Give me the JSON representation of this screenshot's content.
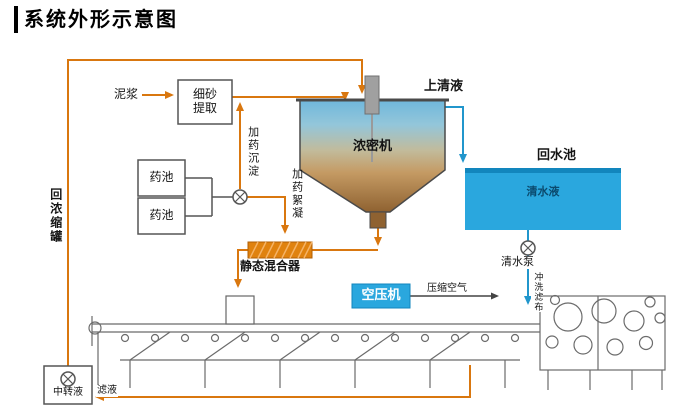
{
  "title": "系统外形示意图",
  "labels": {
    "slurry": "泥浆",
    "sand_extraction": "细砂提取",
    "supernatant": "上清液",
    "thickener": "浓密机",
    "return_pool": "回水池",
    "clear_water": "清水液",
    "clear_water_pump": "清水泵",
    "chemical_tank_1": "药池",
    "chemical_tank_2": "药池",
    "dosing_sedimentation": "加药沉淀",
    "dosing_flocculation": "加药絮凝",
    "static_mixer": "静态混合器",
    "return_thickener": "回浓缩罐",
    "air_compressor": "空压机",
    "compressed_air": "压缩空气",
    "cloth_washing": "冲洗滤布",
    "transfer_tank": "中转液",
    "filtrate": "滤液"
  },
  "colors": {
    "flow_orange": "#d9770f",
    "water_blue": "#2aa7de",
    "machine_gray": "#666666"
  }
}
